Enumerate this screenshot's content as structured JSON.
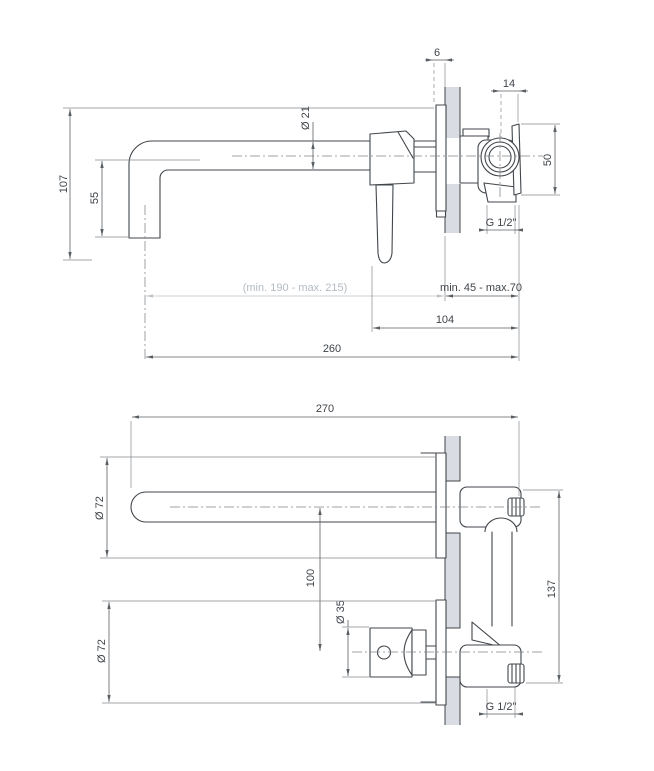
{
  "drawing_title": "wall-mounted-basin-mixer-dimensional-drawing",
  "colors": {
    "line": "#41464b",
    "dimension_line": "#5a5f64",
    "wall_fill": "#d9dce2",
    "muted_text": "#b4bbc2",
    "background": "#ffffff"
  },
  "side": {
    "plate_thickness": "6",
    "union_depth": "14",
    "spout_diameter": "Ø 21",
    "height_total": "107",
    "spout_height": "55",
    "valve_body_height": "50",
    "thread": "G 1/2\"",
    "install_range": "(min. 190 - max. 215)",
    "wall_range": "min. 45 - max.70",
    "depth_handle": "104",
    "depth_total": "260"
  },
  "plan": {
    "spout_length": "270",
    "spout_escutcheon_diameter": "Ø 72",
    "centers_distance": "100",
    "handle_diameter": "Ø 35",
    "handle_escutcheon_diameter": "Ø 72",
    "body_height": "137",
    "thread": "G 1/2\""
  }
}
